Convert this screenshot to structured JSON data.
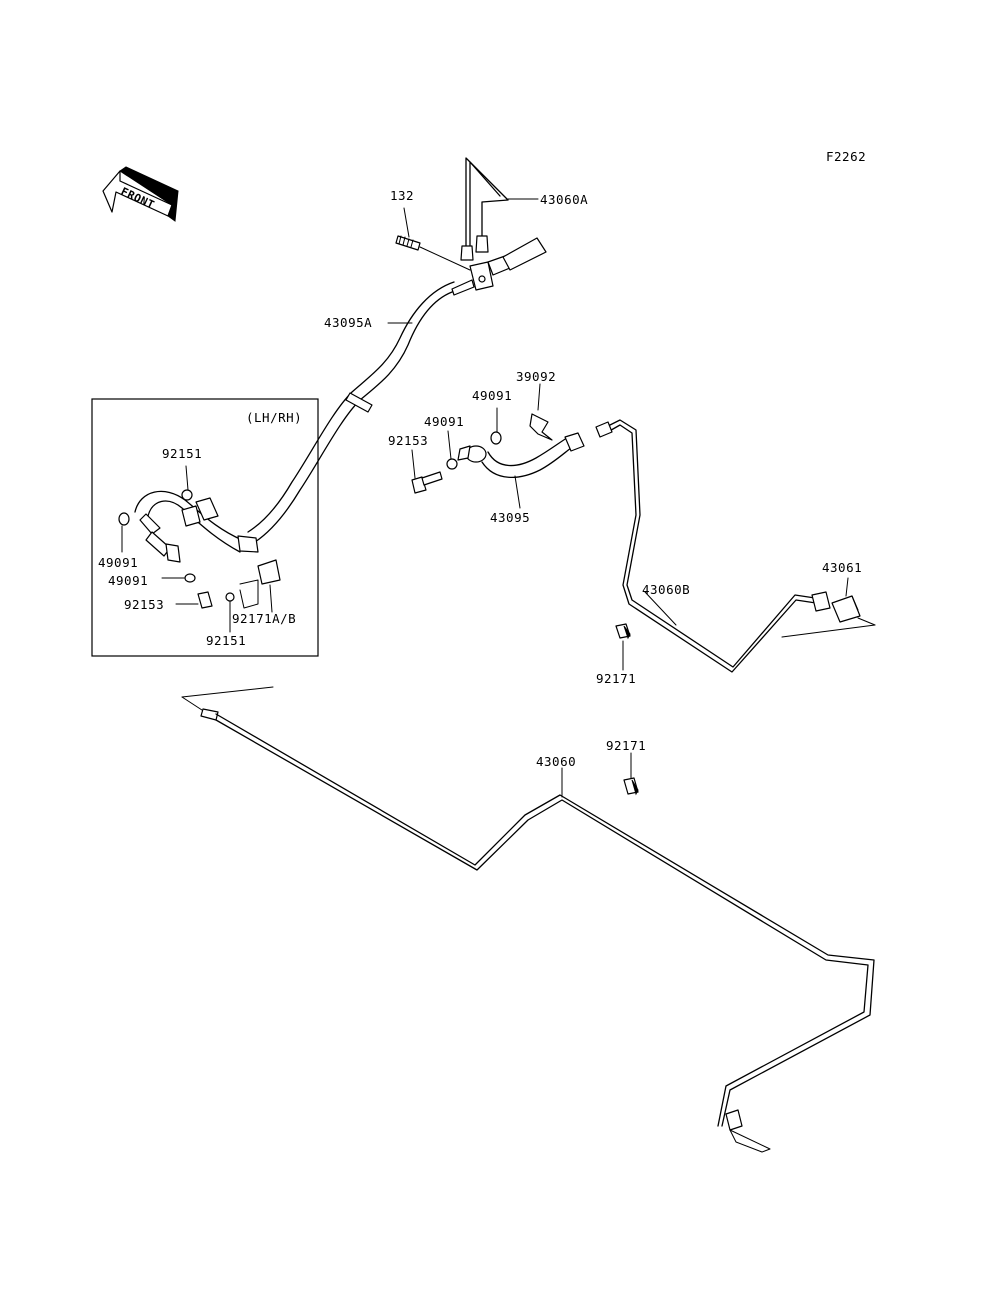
{
  "diagram_code": "F2262",
  "front_indicator": "FRONT",
  "inset_label": "(LH/RH)",
  "labels": {
    "p132": "132",
    "p43060A": "43060A",
    "p43095A": "43095A",
    "p39092": "39092",
    "p49091_upper": "49091",
    "p49091_mid": "49091",
    "p92153_mid": "92153",
    "p43095": "43095",
    "p43061": "43061",
    "p43060B": "43060B",
    "p92171_mid": "92171",
    "p92171_low": "92171",
    "p43060": "43060",
    "inset_92151_top": "92151",
    "inset_49091_a": "49091",
    "inset_49091_b": "49091",
    "inset_92153": "92153",
    "inset_92171AB": "92171A/B",
    "inset_92151_bottom": "92151"
  }
}
